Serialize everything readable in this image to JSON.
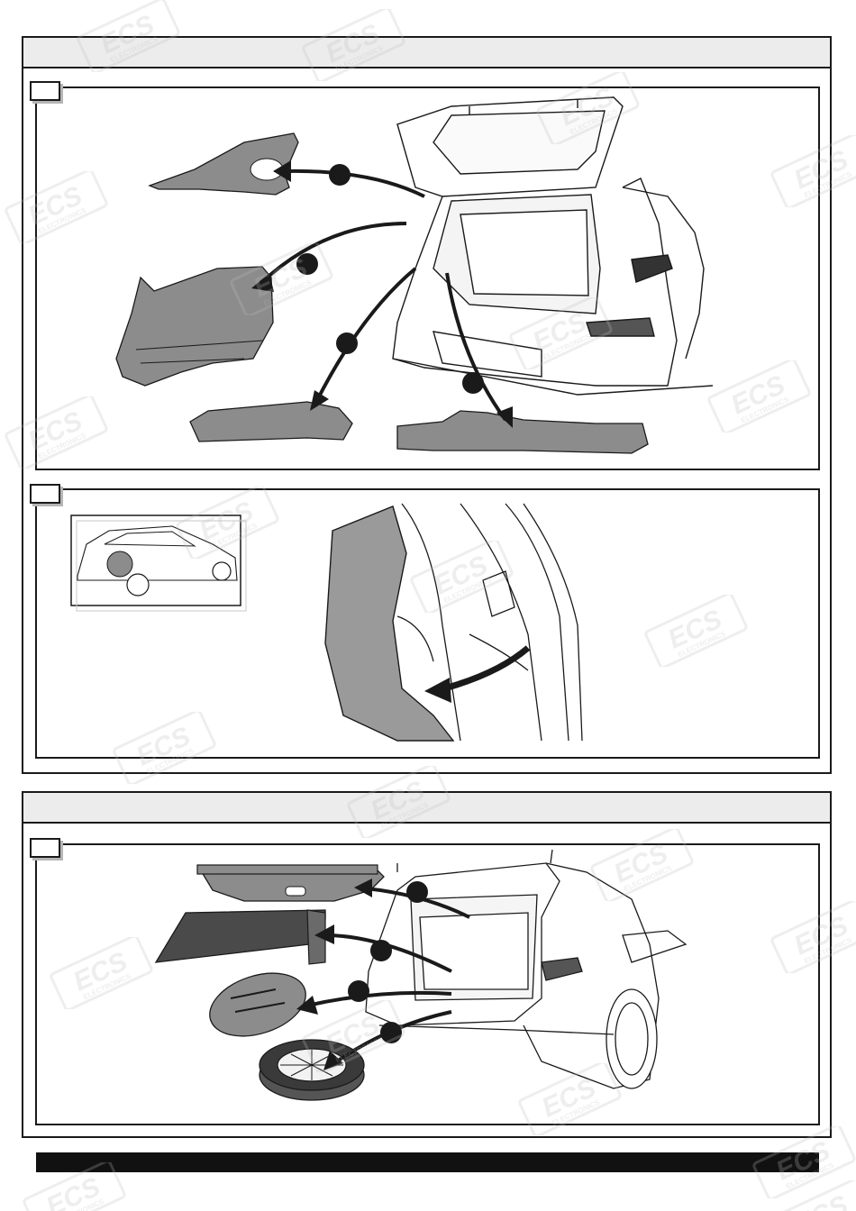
{
  "watermark": {
    "brand": "ECS",
    "subtitle": "ELECTRONICS"
  },
  "colors": {
    "line": "#1a1a1a",
    "part_fill": "#8c8c8c",
    "panel_fill": "#9a9a9a",
    "header_fill": "#ececec",
    "watermark": "#bdbdbd"
  },
  "sections": [
    {
      "id": "section-1",
      "header_text": "",
      "steps": [
        {
          "number": ""
        },
        {
          "number": ""
        }
      ]
    },
    {
      "id": "section-2",
      "header_text": "",
      "steps": [
        {
          "number": ""
        }
      ]
    }
  ],
  "footer": {
    "text": ""
  }
}
